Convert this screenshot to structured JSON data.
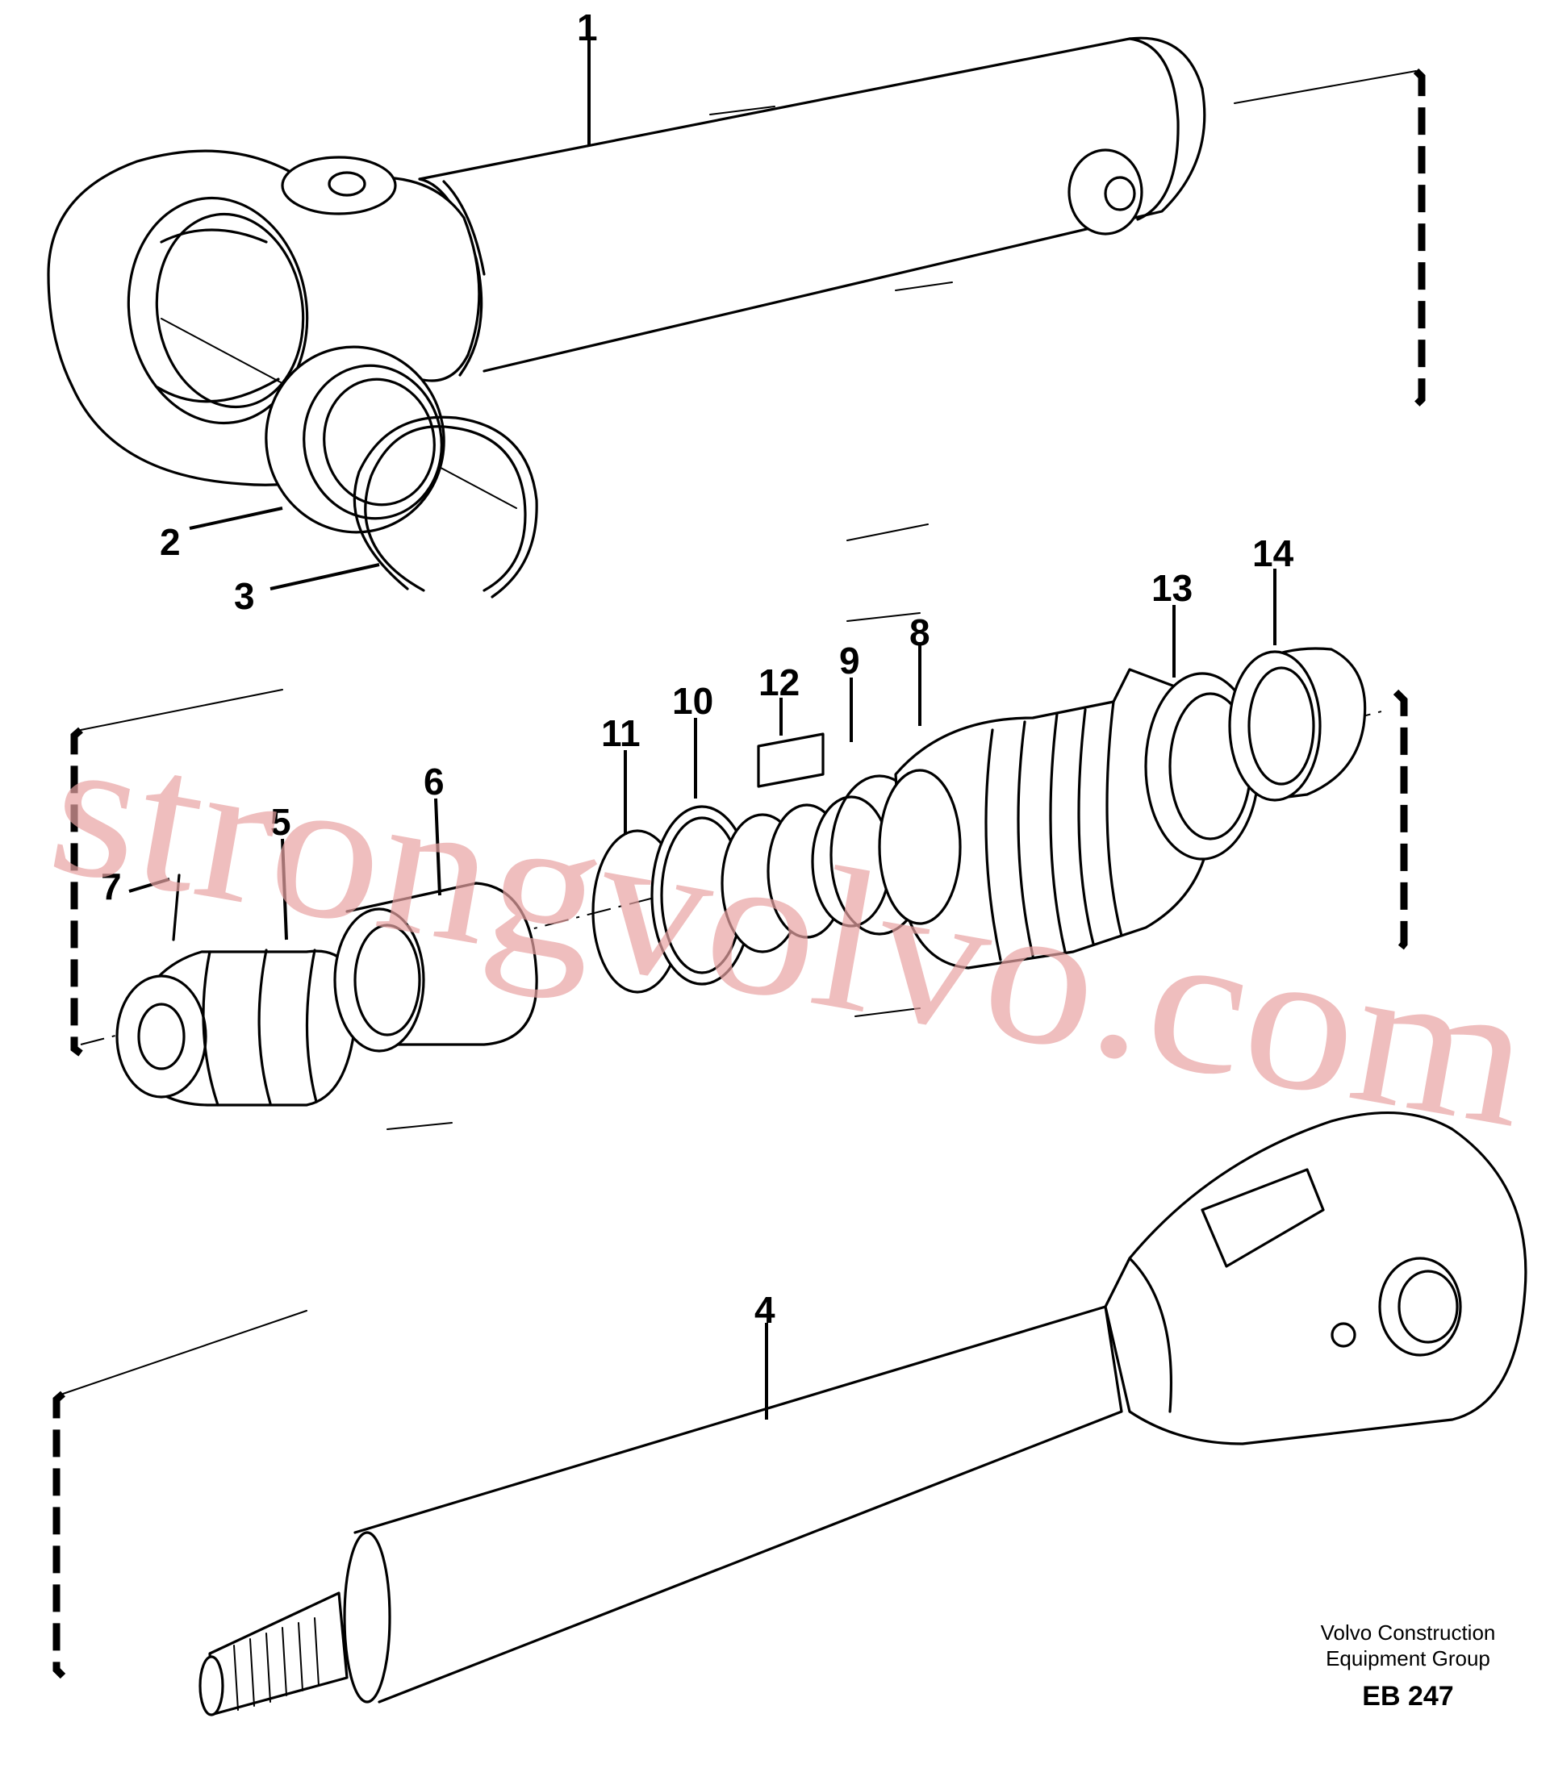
{
  "diagram": {
    "callouts": [
      "1",
      "2",
      "3",
      "4",
      "5",
      "6",
      "7",
      "8",
      "9",
      "10",
      "11",
      "12",
      "13",
      "14"
    ]
  },
  "watermark": {
    "text": "strongvolvo.com"
  },
  "footer": {
    "company_line1": "Volvo Construction",
    "company_line2": "Equipment Group",
    "drawing_code": "EB 247"
  }
}
